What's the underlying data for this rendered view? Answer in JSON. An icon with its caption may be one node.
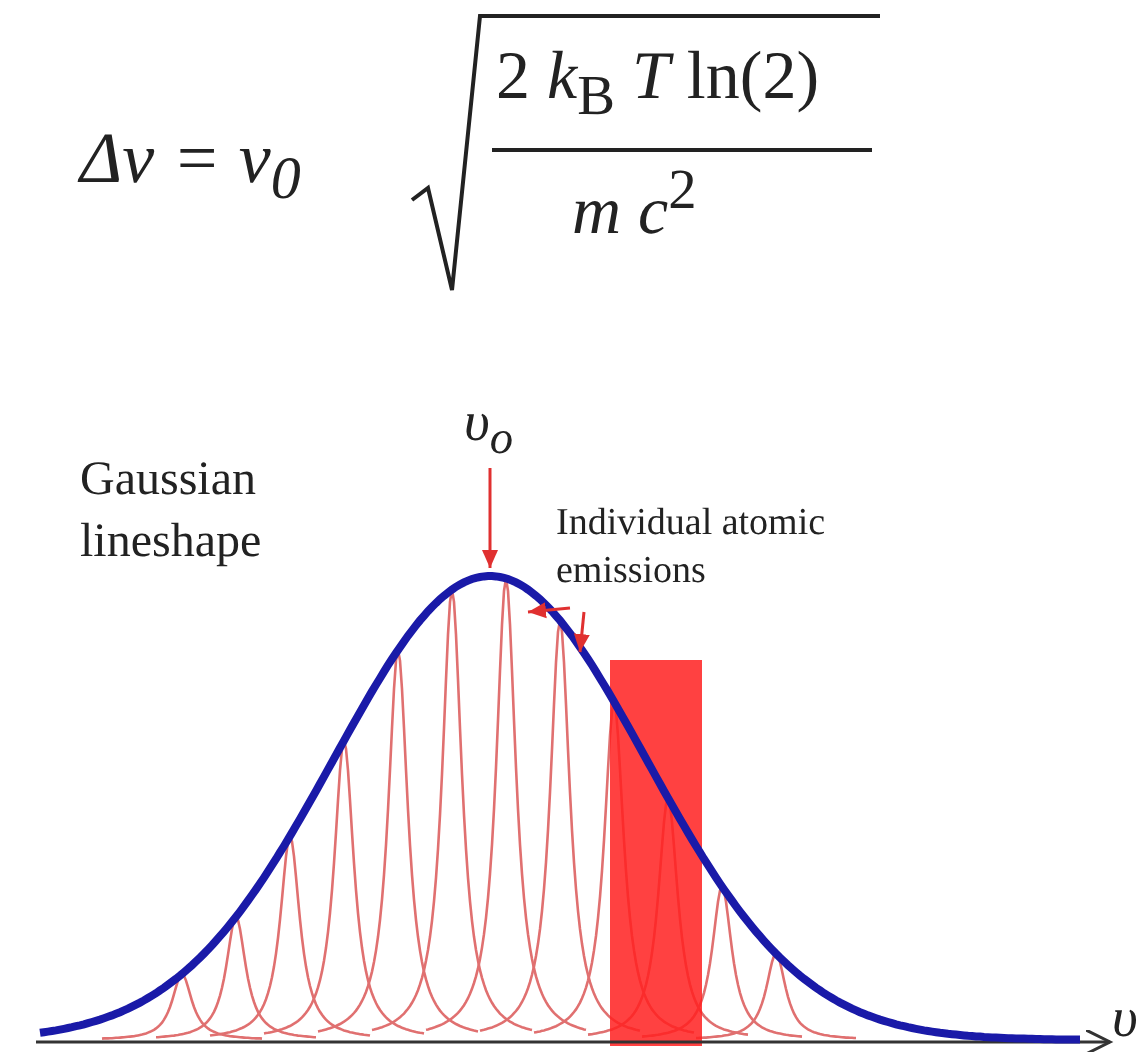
{
  "diagram": {
    "nodes": [
      {
        "text": [
          "υ$_{o}$"
        ]
      },
      {
        "text": [
          "Individual atomic emissions"
        ]
      },
      {
        "text": [],
        "shape": "curve",
        "beside": [
          "Gaussian lineshape"
        ]
      }
    ],
    "edges": [
      {
        "from": 0,
        "to": 2,
        "arrow": "to"
      },
      {
        "from": 1,
        "to": 2,
        "arrow": "to"
      },
      {
        "from": 1,
        "to": 2,
        "arrow": "to"
      }
    ],
    "labels": [
      "Δv = v$_{0}$",
      "2 *k*$_{B}$ *T* ln(2)",
      "*m c*$^{2}$",
      "υ"
    ]
  }
}
